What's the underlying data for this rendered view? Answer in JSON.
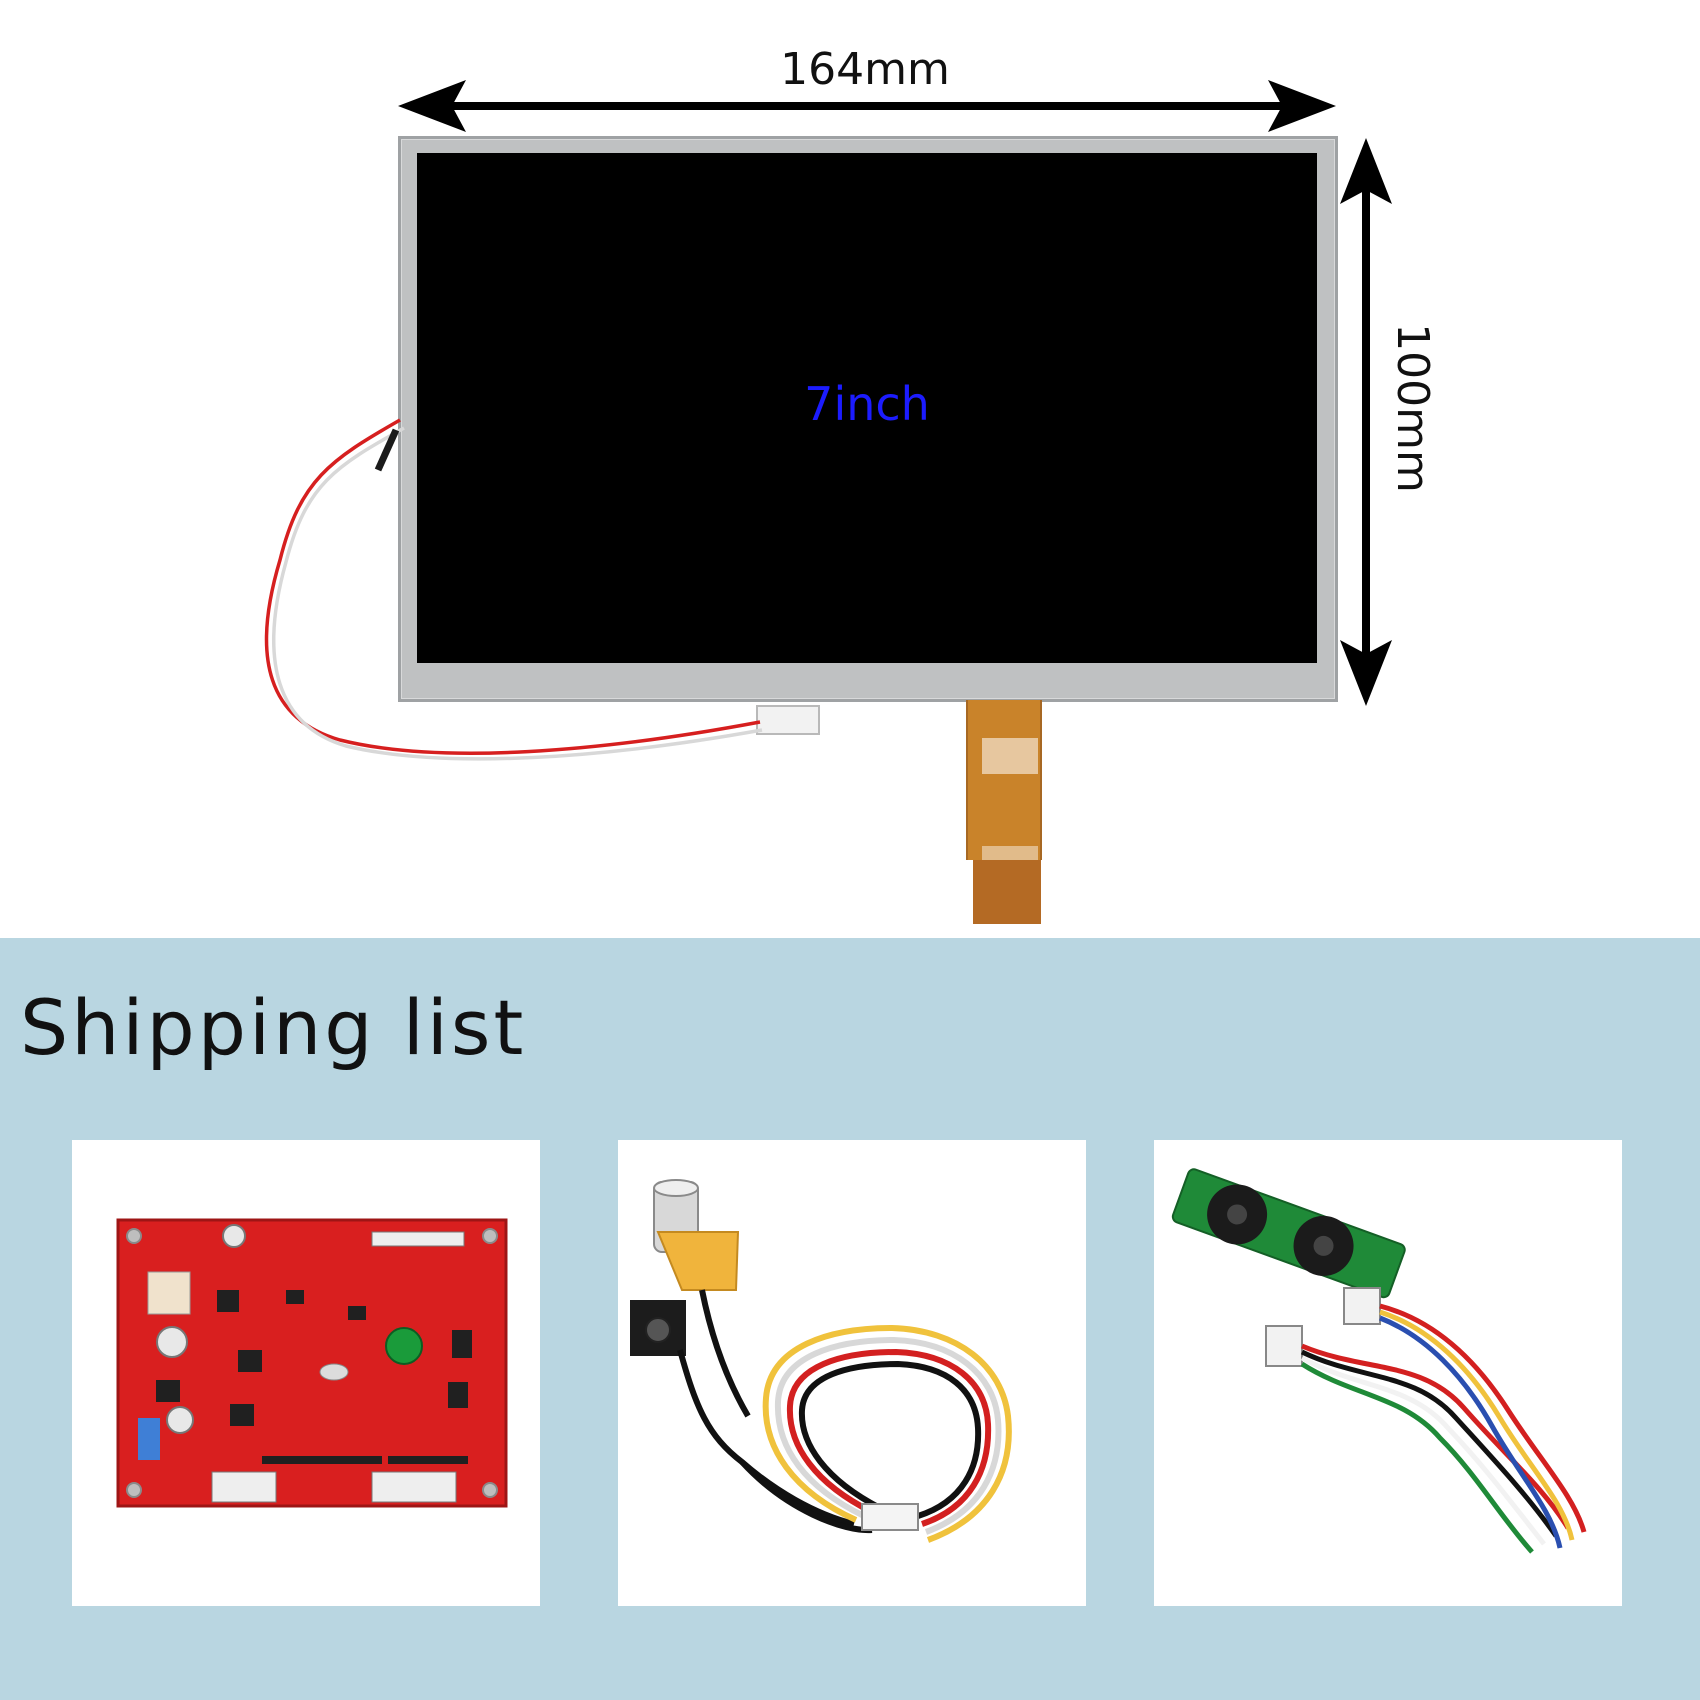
{
  "dimensions": {
    "width_label": "164mm",
    "height_label": "100mm"
  },
  "panel": {
    "screen_label": "7inch"
  },
  "shipping": {
    "title": "Shipping list",
    "items": [
      {
        "image": "driver-board-red-pcb"
      },
      {
        "image": "power-cable-dc-jack-rca"
      },
      {
        "image": "keypad-board-green-cable"
      }
    ]
  },
  "colors": {
    "bottom_background": "#b9d6e1",
    "screen_label": "#1c1cff",
    "panel_frame": "#bfc1c2",
    "screen": "#000000"
  }
}
